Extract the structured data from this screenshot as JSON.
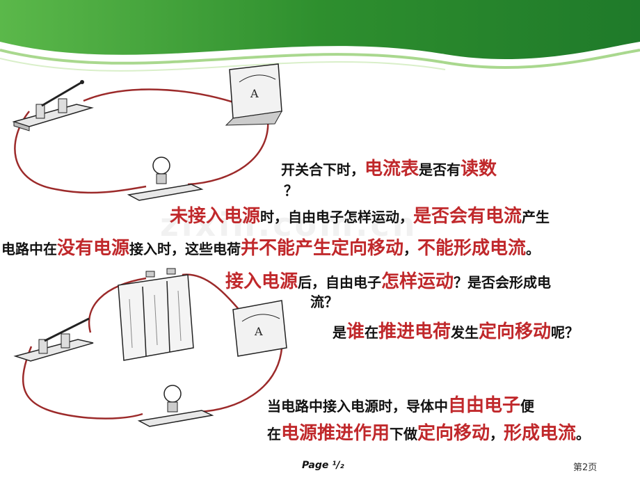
{
  "colors": {
    "highlight": "#c0282b",
    "text": "#111111",
    "banner": "#3aa23a",
    "wire": "#9c2a2a"
  },
  "watermark": "zixin.com.cn",
  "lines": {
    "l1": {
      "a": "开关合下时，",
      "b": "电流表",
      "c": "是否有",
      "d": "读数",
      "e": "？"
    },
    "l2": {
      "a": "未接入电源",
      "b": "时，自由电子怎样运动，",
      "c": "是否会有电流",
      "d": "产生"
    },
    "l3": {
      "a": "电路中在",
      "b": "没有电源",
      "c": "接入时，这些电荷",
      "d": "并不能产生定向移动",
      "e": "，",
      "f": "不能形成电流",
      "g": "。"
    },
    "l4": {
      "a": "接入电源",
      "b": "后，自由电子",
      "c": "怎样运动",
      "d": "？是否会形成电",
      "e": "流？"
    },
    "l5": {
      "a": "是",
      "b": "谁",
      "c": "在",
      "d": "推进电荷",
      "e": "发生",
      "f": "定向移动",
      "g": "呢？"
    },
    "l6": {
      "a": "当电路中接入电源时，导体中",
      "b": "自由电子",
      "c": "便"
    },
    "l7": {
      "a": "在",
      "b": "电源推进作用",
      "c": "下做",
      "d": "定向移动",
      "e": "，",
      "f": "形成电流",
      "g": "。"
    }
  },
  "meter_label": "A",
  "footer": {
    "page": "Page ¹/₂",
    "num": "第2页"
  }
}
